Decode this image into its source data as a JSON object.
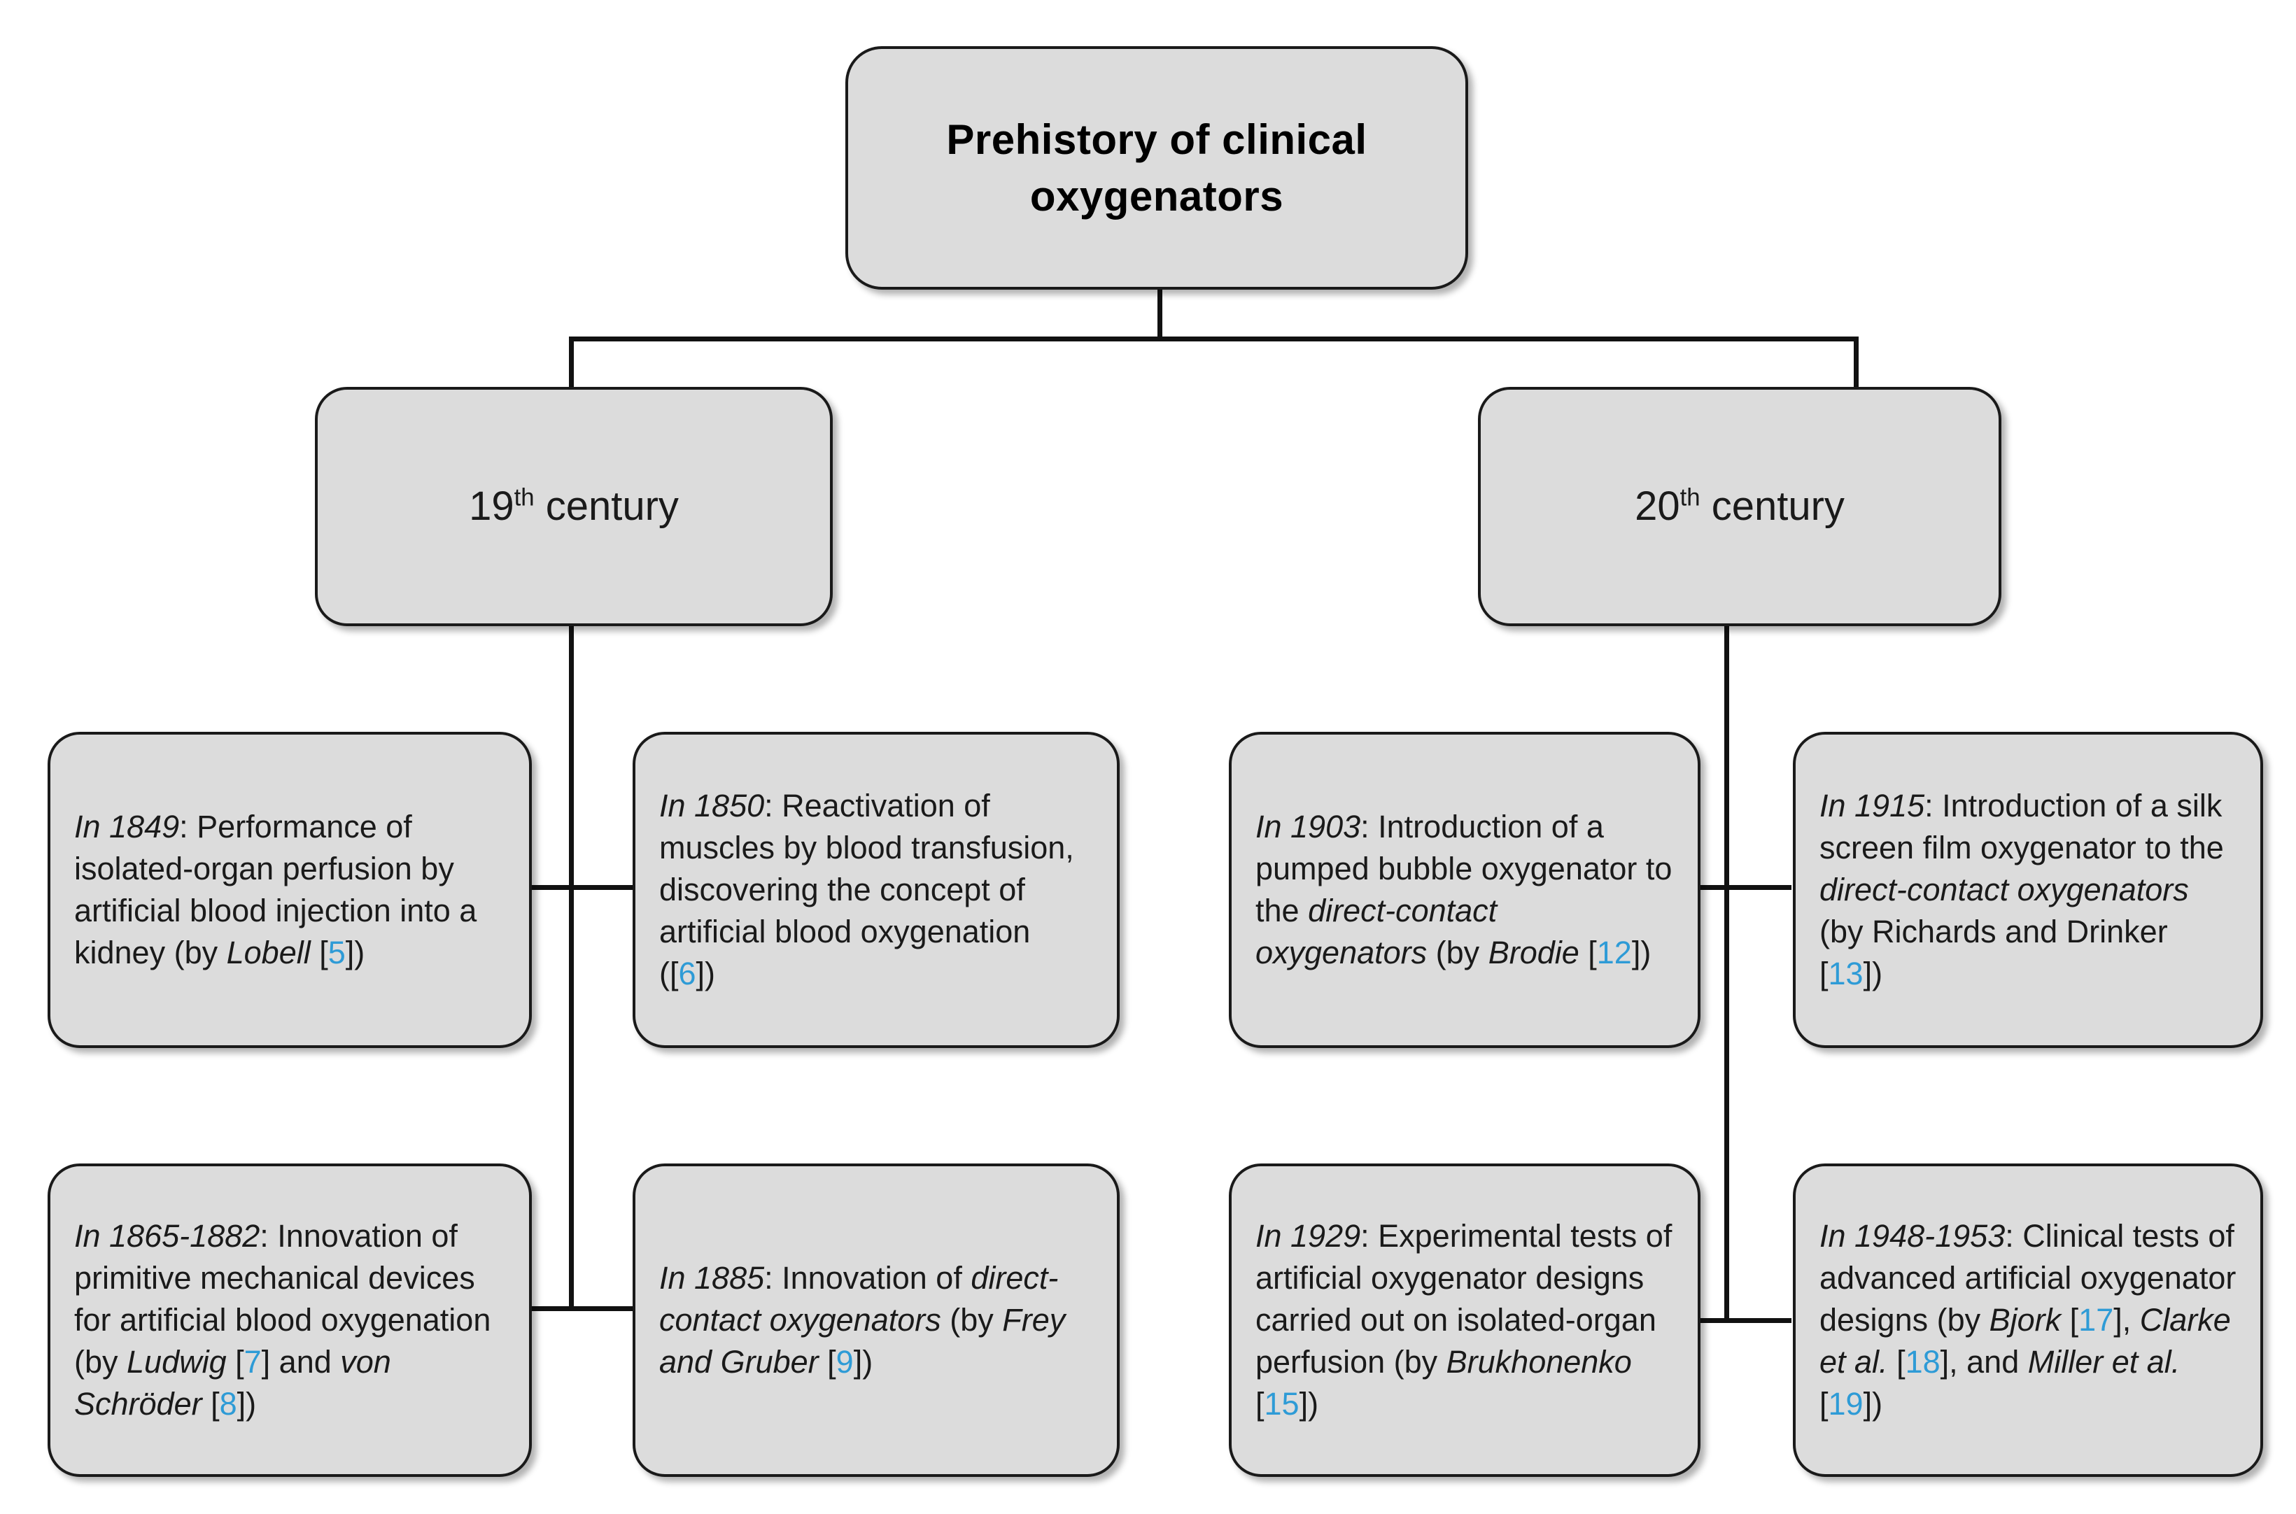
{
  "diagram": {
    "title_node": {
      "line1": "Prehistory  of clinical",
      "line2": "oxygenators"
    },
    "branches": [
      {
        "id": "c19",
        "label_num": "19",
        "label_sup": "th",
        "label_rest": " century"
      },
      {
        "id": "c20",
        "label_num": "20",
        "label_sup": "th",
        "label_rest": " century"
      }
    ],
    "leaves": [
      {
        "id": "leaf-1849",
        "date": "In 1849",
        "text_html": "<em>In 1849</em>: Performance of isolated-organ perfusion by artificial blood injection into a kidney (by <em>Lobell</em> [<span class=\"ref\">5</span>])",
        "plain": "In 1849: Performance of isolated-organ perfusion by artificial blood injection into a kidney (by Lobell [5])",
        "refs": [
          "5"
        ]
      },
      {
        "id": "leaf-1850",
        "date": "In 1850",
        "text_html": "<em>In 1850</em>: Reactivation of muscles by blood transfusion, discovering the concept of artificial blood oxygenation ([<span class=\"ref\">6</span>])",
        "plain": "In 1850: Reactivation of muscles by blood transfusion, discovering the concept of artificial blood oxygenation ([6])",
        "refs": [
          "6"
        ]
      },
      {
        "id": "leaf-1903",
        "date": "In 1903",
        "text_html": "<em>In 1903</em>: Introduction  of a pumped  bubble oxygenator to the <em>direct-contact oxygenators</em> (by <em>Brodie</em> [<span class=\"ref\">12</span>])",
        "plain": "In 1903: Introduction of a pumped bubble oxygenator to the direct-contact oxygenators (by Brodie [12])",
        "refs": [
          "12"
        ]
      },
      {
        "id": "leaf-1915",
        "date": "In 1915",
        "text_html": "<em>In 1915</em>: Introduction  of a silk screen film oxygenator to the <em>direct-contact oxygenators</em> (by Richards and Drinker  [<span class=\"ref\">13</span>])",
        "plain": "In 1915: Introduction of a silk screen film oxygenator to the direct-contact oxygenators (by Richards and Drinker [13])",
        "refs": [
          "13"
        ]
      },
      {
        "id": "leaf-1865",
        "date": "In 1865-1882",
        "text_html": "<em>In 1865-1882</em>: Innovation of primitive mechanical devices for artificial blood oxygenation (by <em>Ludwig</em> [<span class=\"ref\">7</span>] and <em>von Schröder</em> [<span class=\"ref\">8</span>])",
        "plain": "In 1865-1882: Innovation of primitive mechanical devices for artificial blood oxygenation (by Ludwig [7] and von Schröder [8])",
        "refs": [
          "7",
          "8"
        ]
      },
      {
        "id": "leaf-1885",
        "date": "In 1885",
        "text_html": "<em>In 1885</em>: Innovation of <em>direct-contact oxygenators</em> (by <em>Frey and Gruber</em> [<span class=\"ref\">9</span>])",
        "plain": "In 1885: Innovation of direct-contact oxygenators (by Frey and Gruber [9])",
        "refs": [
          "9"
        ]
      },
      {
        "id": "leaf-1929",
        "date": "In 1929",
        "text_html": "<em>In 1929</em>: Experimental tests of artificial oxygenator designs carried out on isolated-organ perfusion (by <em>Brukhonenko</em>  [<span class=\"ref\">15</span>])",
        "plain": "In 1929: Experimental tests of artificial oxygenator designs carried out on isolated-organ perfusion (by Brukhonenko [15])",
        "refs": [
          "15"
        ]
      },
      {
        "id": "leaf-1948",
        "date": "In 1948-1953",
        "text_html": "<em>In 1948-1953</em>: Clinical tests of advanced artificial oxygenator designs (by <em>Bjork</em> [<span class=\"ref\">17</span>], <em>Clarke  et al.</em> [<span class=\"ref\">18</span>], and <em>Miller et al.</em> [<span class=\"ref\">19</span>])",
        "plain": "In 1948-1953: Clinical tests of advanced artificial oxygenator designs (by Bjork [17], Clarke et al. [18], and Miller et al. [19])",
        "refs": [
          "17",
          "18",
          "19"
        ]
      }
    ],
    "colors": {
      "node_fill": "#dcdcdc",
      "node_border": "#1a1a1a",
      "reference_link": "#2e9bd6",
      "connector": "#111111",
      "background": "#ffffff"
    }
  }
}
